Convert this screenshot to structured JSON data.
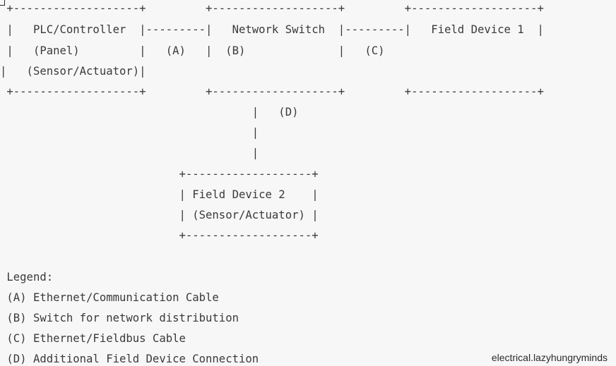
{
  "diagram": {
    "lines": [
      " +-------------------+         +-------------------+         +-------------------+",
      " |   PLC/Controller  |---------|   Network Switch  |---------|   Field Device 1  |",
      " |   (Panel)         |   (A)   |  (B)              |   (C)",
      "|   (Sensor/Actuator)|",
      " +-------------------+         +-------------------+         +-------------------+",
      "                                      |   (D)",
      "                                      |",
      "                                      |",
      "                           +-------------------+",
      "                           | Field Device 2    |",
      "                           | (Sensor/Actuator) |",
      "                           +-------------------+"
    ]
  },
  "legend": {
    "title": " Legend:",
    "items": [
      " (A) Ethernet/Communication Cable",
      " (B) Switch for network distribution",
      " (C) Ethernet/Fieldbus Cable",
      " (D) Additional Field Device Connection"
    ]
  },
  "watermark": "electrical.lazyhungryminds"
}
